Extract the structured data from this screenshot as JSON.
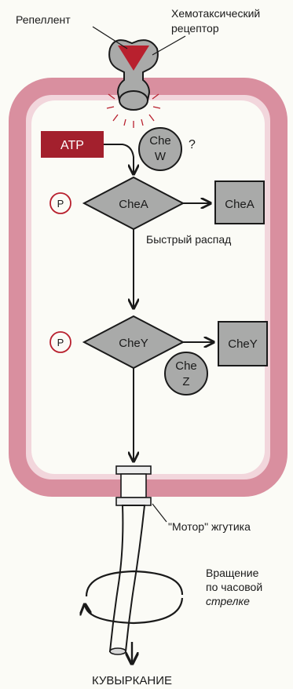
{
  "labels": {
    "repellent": "Репеллент",
    "receptor_line1": "Хемотаксический",
    "receptor_line2": "рецептор",
    "atp": "ATP",
    "chew_line1": "Che",
    "chew_line2": "W",
    "question": "?",
    "phospho": "P",
    "chea": "CheA",
    "chea_free": "CheA",
    "fast_decay": "Быстрый распад",
    "phospho2": "P",
    "chey": "CheY",
    "chey_free": "CheY",
    "chez_line1": "Che",
    "chez_line2": "Z",
    "motor": "\"Мотор\" жгутика",
    "rotation_line1": "Вращение",
    "rotation_line2": "по часовой",
    "rotation_line3": "стрелке",
    "tumbling": "КУВЫРКАНИЕ"
  },
  "colors": {
    "membrane": "#d98f9f",
    "membrane_light": "#f2d6dc",
    "protein_fill": "#a9aaa9",
    "atp_fill": "#a3202d",
    "repellent_fill": "#b8202e",
    "phospho_stroke": "#b8202e"
  }
}
